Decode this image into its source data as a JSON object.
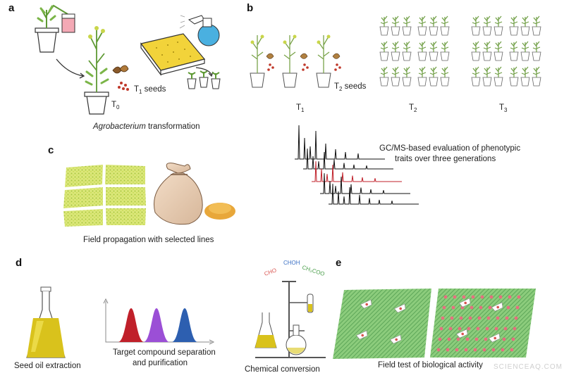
{
  "panels": {
    "a": {
      "label": "a",
      "gen_main": "T",
      "gen_sub": "0",
      "seeds_main": "T",
      "seeds_sub": "1",
      "seeds_word": " seeds",
      "caption_italic": "Agrobacterium",
      "caption_rest": " transformation"
    },
    "b": {
      "label": "b",
      "seeds_main": "T",
      "seeds_sub": "2",
      "seeds_word": " seeds",
      "gen_labels": [
        {
          "main": "T",
          "sub": "1"
        },
        {
          "main": "T",
          "sub": "2"
        },
        {
          "main": "T",
          "sub": "3"
        }
      ],
      "gcms_line1": "GC/MS-based evaluation of phenotypic",
      "gcms_line2": "traits over three generations"
    },
    "c": {
      "label": "c",
      "caption": "Field propagation with selected lines"
    },
    "d": {
      "label": "d",
      "caption_extraction": "Seed oil extraction",
      "caption_separation_1": "Target compound separation",
      "caption_separation_2": "and purification",
      "caption_conversion": "Chemical conversion",
      "formulas": [
        {
          "text": "CHO",
          "color": "#d9534f"
        },
        {
          "text": "CHOH",
          "color": "#3a6fc4"
        },
        {
          "text": "CH₃COO",
          "color": "#4a9e4a"
        }
      ]
    },
    "e": {
      "label": "e",
      "caption": "Field test of biological activity"
    }
  },
  "watermark": "SCIENCEAQ.COM",
  "colors": {
    "plant_green": "#5f9a35",
    "seed_red": "#c0392b",
    "field_yellow": "#cfe06a",
    "field_green": "#7fbf6e",
    "peak_red": "#c0202a",
    "peak_purple": "#9b4fd6",
    "peak_blue": "#2d5fb0",
    "oil_yellow": "#d9c21c"
  }
}
